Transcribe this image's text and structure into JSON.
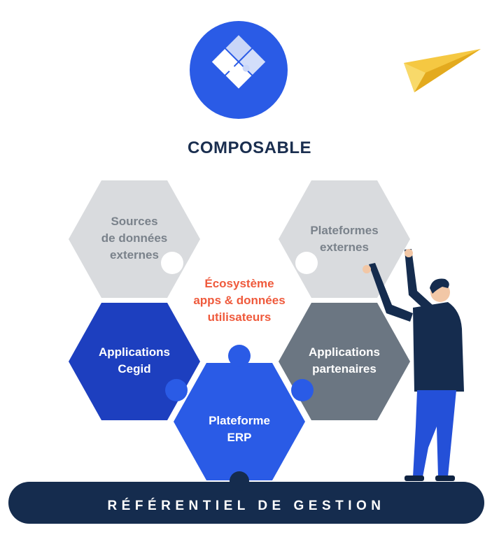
{
  "title": "COMPOSABLE",
  "center": {
    "lines": [
      "Écosystème",
      "apps & données",
      "utilisateurs"
    ]
  },
  "hexagons": {
    "sources": {
      "lines": [
        "Sources",
        "de données",
        "externes"
      ]
    },
    "plateformes": {
      "lines": [
        "Plateformes",
        "externes"
      ]
    },
    "cegid": {
      "lines": [
        "Applications",
        "Cegid"
      ]
    },
    "partenaires": {
      "lines": [
        "Applications",
        "partenaires"
      ]
    },
    "erp": {
      "lines": [
        "Plateforme",
        "ERP"
      ]
    }
  },
  "base_label": "RÉFÉRENTIEL DE GESTION",
  "colors": {
    "light_gray": "#d9dbde",
    "dark_gray": "#6b7682",
    "dark_blue": "#1d3fbf",
    "bright_blue": "#2a5be6",
    "navy": "#152c4e",
    "orange": "#ef5a3c",
    "yellow": "#f5c842"
  },
  "icons": [
    "puzzle-logo-icon",
    "paper-plane-icon",
    "person-illustration"
  ]
}
